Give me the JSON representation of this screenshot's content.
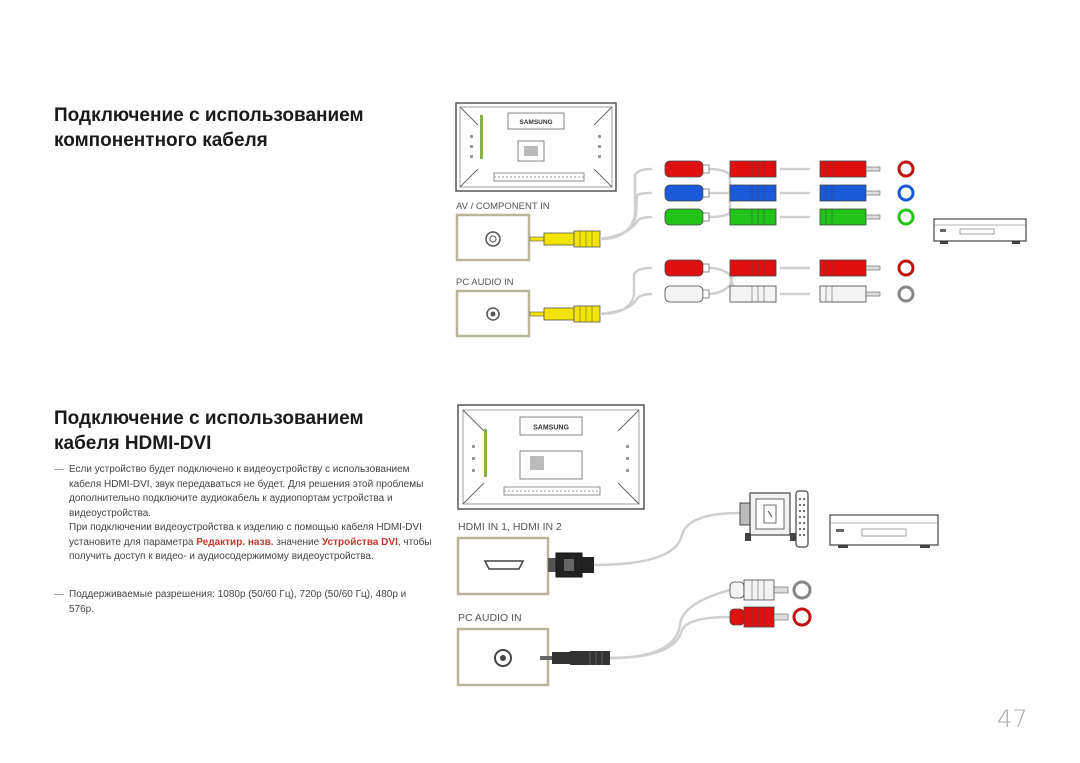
{
  "section1": {
    "title_line1": "Подключение с использованием",
    "title_line2": "компонентного кабеля",
    "port_label_av": "AV / COMPONENT IN",
    "port_label_audio": "PC AUDIO IN",
    "brand": "SAMSUNG"
  },
  "section2": {
    "title_line1": "Подключение с использованием",
    "title_line2": "кабеля HDMI-DVI",
    "port_label_hdmi": "HDMI IN 1, HDMI IN 2",
    "port_label_audio": "PC AUDIO IN",
    "brand": "SAMSUNG",
    "note1_dash": "—",
    "note1_part1": "Если устройство будет подключено к видеоустройству с использованием кабеля HDMI-DVI, звук передаваться не будет. Для решения этой проблемы дополнительно подключите аудиокабель к аудиопортам устройства и видеоустройства.",
    "note1_part2a": "При подключении видеоустройства к изделию с помощью кабеля HDMI-DVI установите для параметра ",
    "note1_hl1": "Редактир. назв.",
    "note1_part2b": " значение ",
    "note1_hl2": "Устройства DVI",
    "note1_part2c": ", чтобы получить доступ к видео- и аудиосодержимому видеоустройства.",
    "note2_dash": "—",
    "note2": "Поддерживаемые разрешения: 1080p (50/60 Гц), 720p (50/60 Гц), 480p и 576p."
  },
  "page_number": "47",
  "colors": {
    "red": "#e01010",
    "blue": "#1a5ad8",
    "green": "#22c41a",
    "yellow": "#f2e400",
    "white": "#f4f4f4",
    "port_border": "#b8b598",
    "highlight": "#c0392b"
  }
}
